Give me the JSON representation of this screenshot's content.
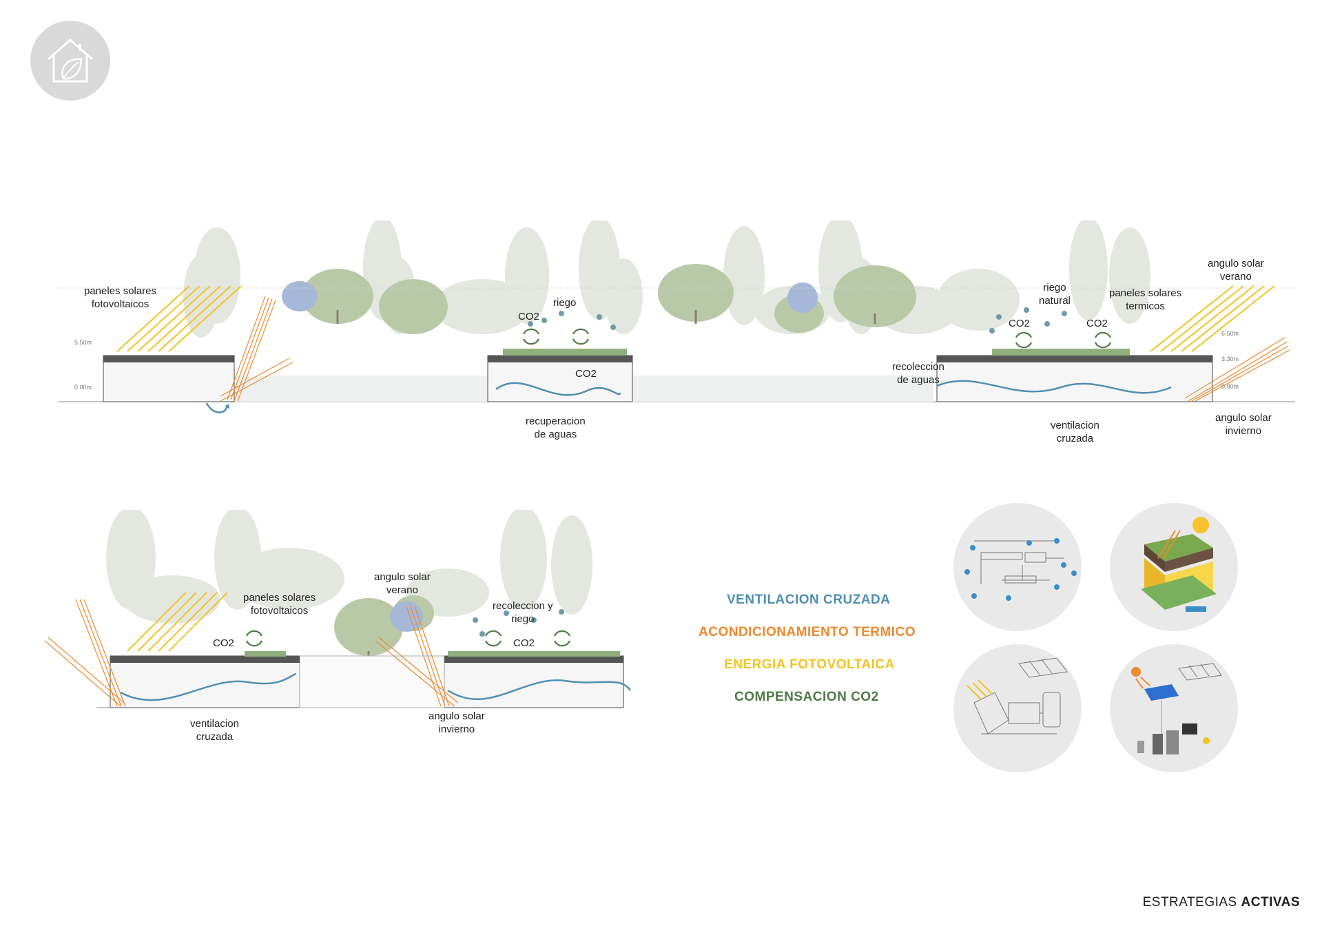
{
  "section1": {
    "labels": {
      "pv_panels": [
        "paneles solares",
        "fotovoltaicos"
      ],
      "riego": "riego",
      "co2_a": "CO2",
      "co2_b": "CO2",
      "recuperacion": [
        "recuperacion",
        "de aguas"
      ],
      "recoleccion": [
        "recoleccion",
        "de aguas"
      ],
      "riego_natural": [
        "riego",
        "natural"
      ],
      "co2_c": "CO2",
      "co2_d": "CO2",
      "thermal_panels": [
        "paneles solares",
        "termicos"
      ],
      "summer_angle": [
        "angulo solar",
        "verano"
      ],
      "winter_angle": [
        "angulo solar",
        "invierno"
      ],
      "cross_vent": [
        "ventilacion",
        "cruzada"
      ]
    },
    "levels": {
      "l550": "5.50m",
      "l000": "0.00m",
      "l650": "6.50m",
      "l330": "3.30m",
      "l000b": "0.00m"
    }
  },
  "section2": {
    "labels": {
      "pv_panels": [
        "paneles solares",
        "fotovoltaicos"
      ],
      "co2_a": "CO2",
      "summer_angle": [
        "angulo solar",
        "verano"
      ],
      "recoleccion": [
        "recoleccion y",
        "riego"
      ],
      "co2_b": "CO2",
      "cross_vent": [
        "ventilacion",
        "cruzada"
      ],
      "winter_angle": [
        "angulo solar",
        "invierno"
      ]
    }
  },
  "legend": {
    "items": [
      {
        "label": "VENTILACION CRUZADA",
        "color": "#4e8fb0"
      },
      {
        "label": "ACONDICIONAMIENTO TERMICO",
        "color": "#ec8a2e"
      },
      {
        "label": "ENERGIA FOTOVOLTAICA",
        "color": "#f2c323"
      },
      {
        "label": "COMPENSACION CO2",
        "color": "#4c7a43"
      }
    ]
  },
  "footer": {
    "light": "ESTRATEGIAS",
    "bold": "ACTIVAS"
  }
}
